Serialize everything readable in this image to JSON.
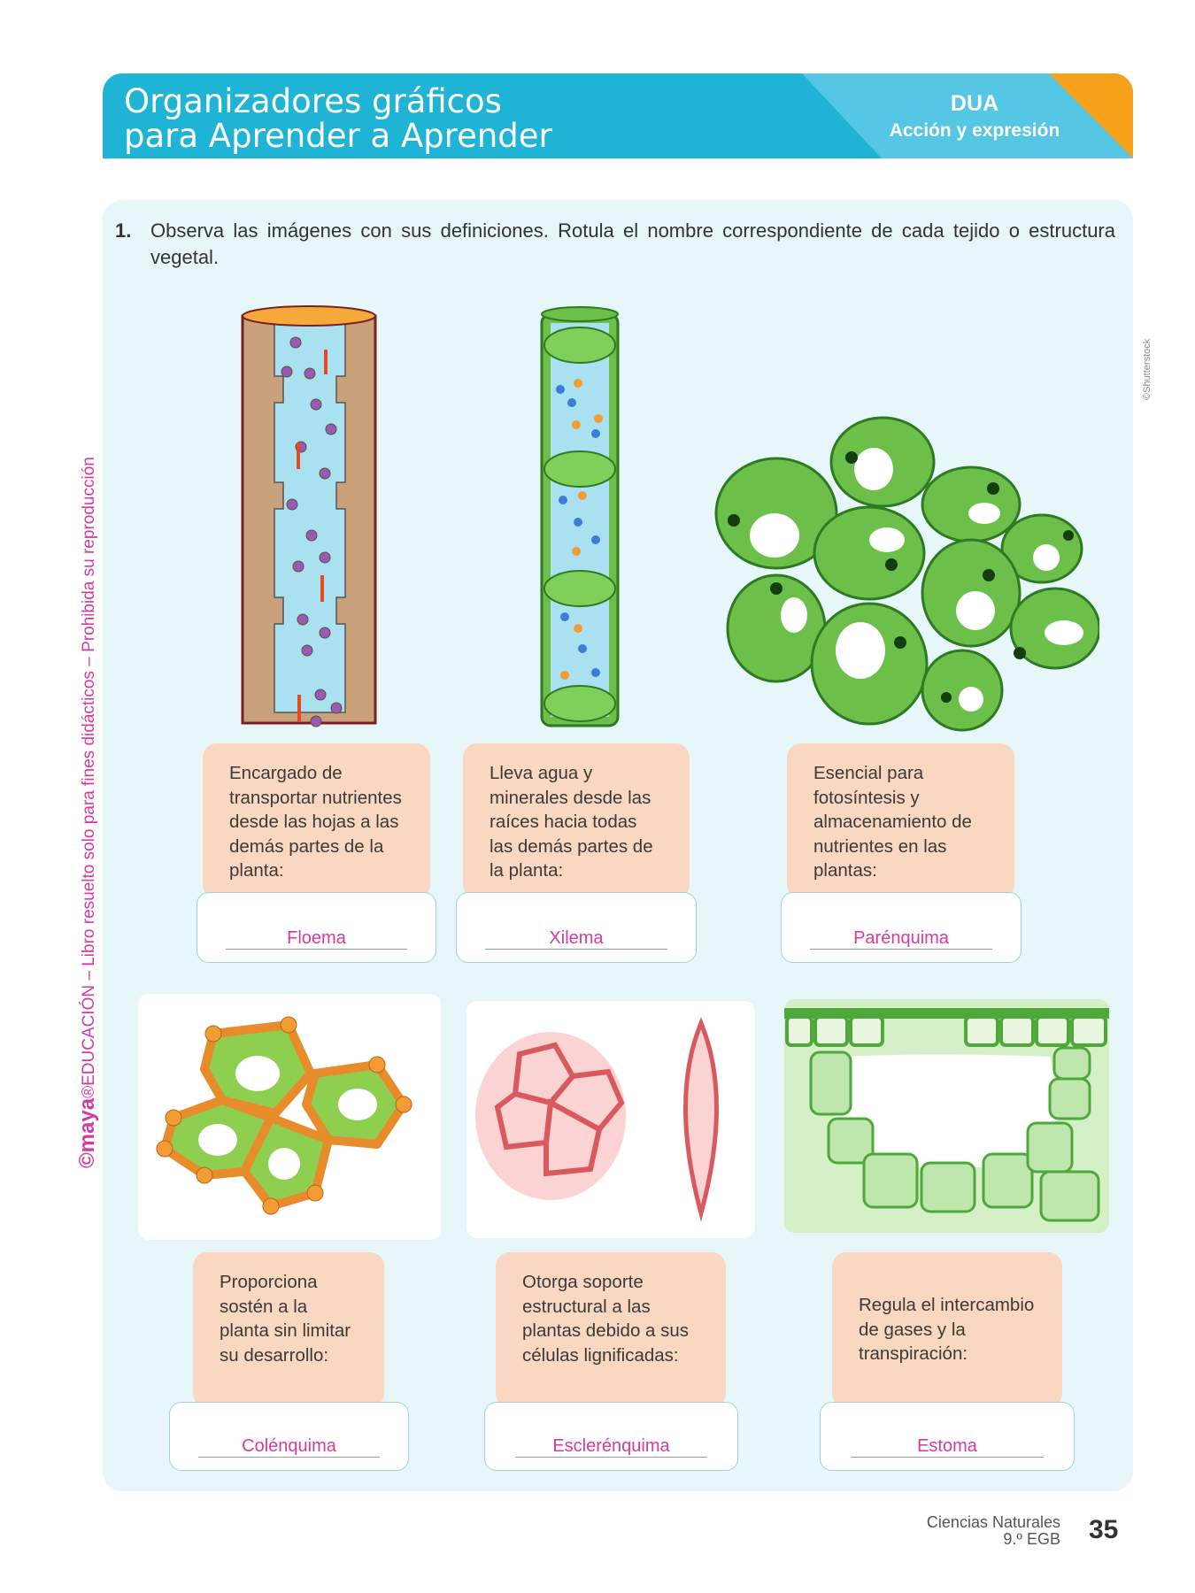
{
  "header": {
    "title_line1": "Organizadores gráficos",
    "title_line2": "para Aprender a Aprender",
    "badge": "DUA",
    "badge_sub": "Acción y expresión"
  },
  "activity": {
    "number": "1.",
    "instruction": "Observa las imágenes con sus definiciones. Rotula el nombre correspondiente de cada tejido o estructura vegetal."
  },
  "items": [
    {
      "definition": "Encargado de transportar nutrientes desde las hojas a las demás partes de la planta:",
      "answer": "Floema"
    },
    {
      "definition": "Lleva agua y minerales desde las raíces hacia todas las demás partes de la planta:",
      "answer": "Xilema"
    },
    {
      "definition": "Esencial para fotosíntesis y almacenamiento de nutrientes en las plantas:",
      "answer": "Parénquima"
    },
    {
      "definition": "Proporciona sostén a la planta sin limitar su desarrollo:",
      "answer": "Colénquima"
    },
    {
      "definition": "Otorga soporte estructural a las plantas debido a sus células lignificadas:",
      "answer": "Esclerénquima"
    },
    {
      "definition": "Regula el intercambio de gases y la transpiración:",
      "answer": "Estoma"
    }
  ],
  "side_text": {
    "brand": "©maya",
    "rest": "®EDUCACIÓN – Libro resuelto solo para fines didácticos – Prohibida su reproducción"
  },
  "credit": "©Shutterstock",
  "footer": {
    "subject": "Ciencias Naturales",
    "grade": "9.º EGB",
    "page": "35"
  }
}
